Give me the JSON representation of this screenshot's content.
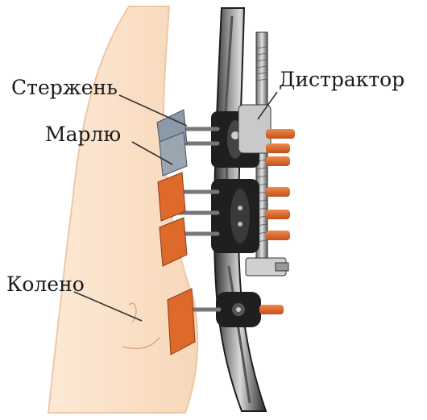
{
  "labels": {
    "rod": "Стержень",
    "gauze": "Марлю",
    "knee": "Колено",
    "distractor": "Дистрактор"
  },
  "colors": {
    "skin": "#fbe3cc",
    "skin_outline": "#f0c6a3",
    "frame_dark": "#3d3d3d",
    "frame_light": "#bfbfbf",
    "pin_orange": "#e06a2a",
    "gauze_blue": "#8c99a8",
    "clamp_black": "#1f1f1f",
    "leader_line": "#333333"
  }
}
